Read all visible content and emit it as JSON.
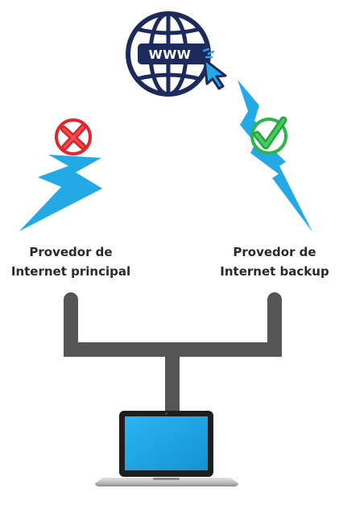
{
  "globe": {
    "text": "WWW",
    "icon": "globe-www-icon",
    "pointer_icon": "cursor-pointer-icon",
    "color": "#1c2a5e"
  },
  "providers": {
    "primary": {
      "line1": "Provedor de",
      "line2": "Internet principal",
      "status": "failed",
      "status_icon": "x-cross-icon",
      "status_color": "#e3262b"
    },
    "backup": {
      "line1": "Provedor de",
      "line2": "Internet backup",
      "status": "connected",
      "status_icon": "check-mark-icon",
      "status_color": "#2bb54a"
    }
  },
  "connection": {
    "bolt_color": "#23a9e6",
    "pipe_color": "#555555"
  },
  "device": {
    "icon": "laptop-icon",
    "screen_color": "#1aa3e3"
  }
}
